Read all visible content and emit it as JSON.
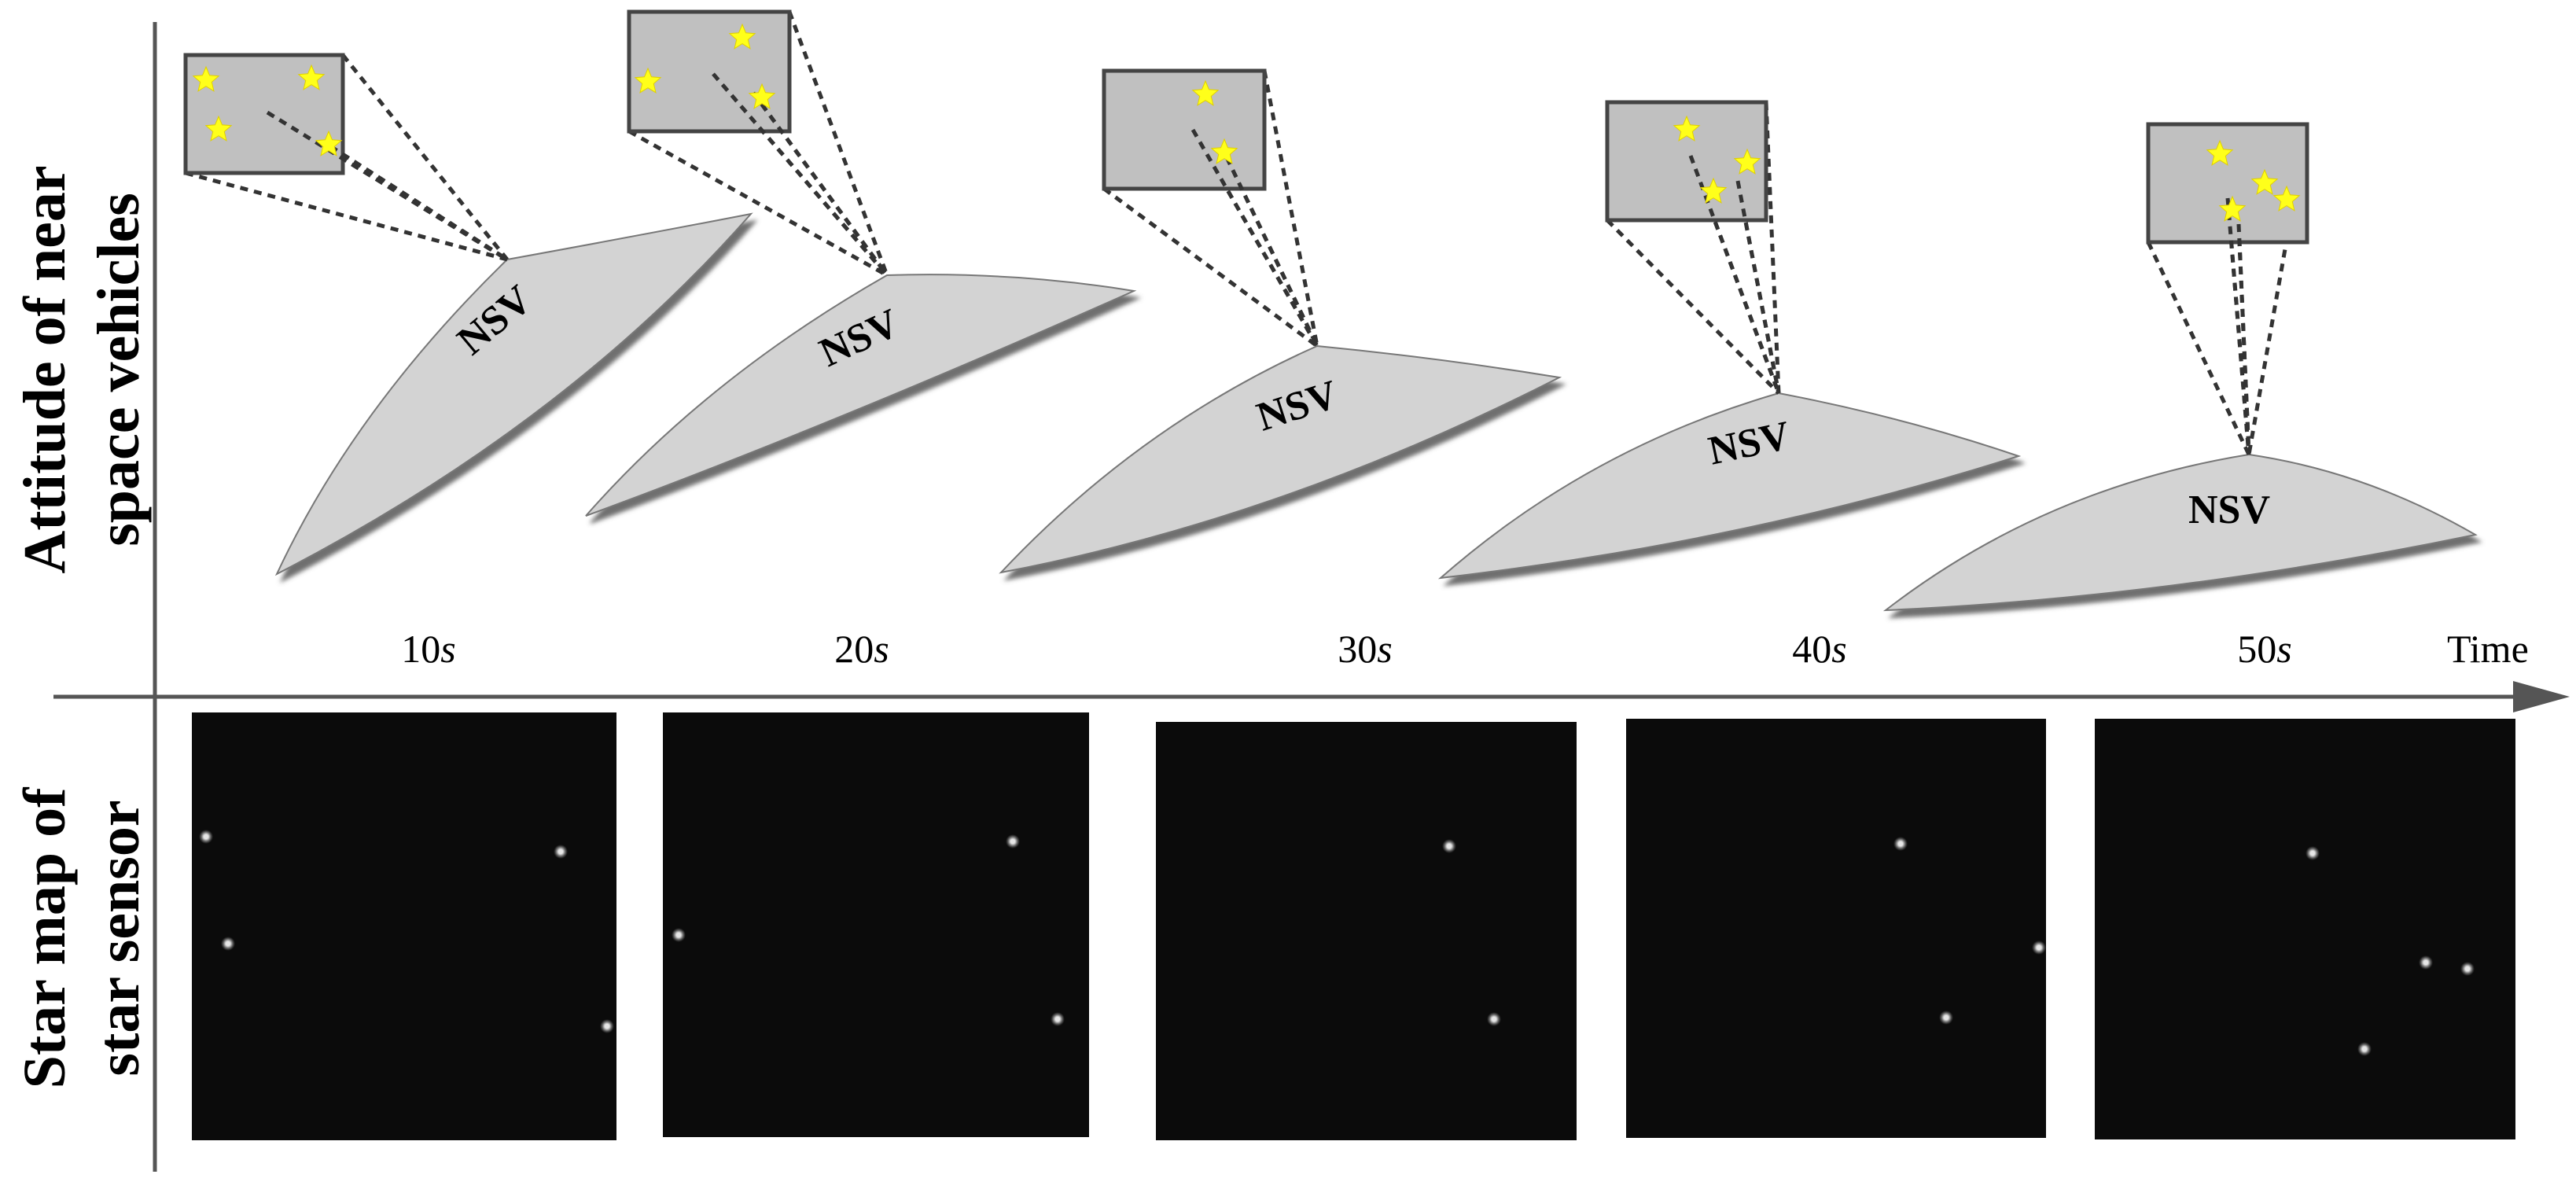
{
  "y_labels": {
    "top_line1": "Attitude of near",
    "top_line2": "space vehicles",
    "bottom_line1": "Star map of",
    "bottom_line2": "star sensor"
  },
  "time_axis_label": "Time",
  "vehicle_label": "NSV",
  "colors": {
    "axis": "#555555",
    "vehicle_fill": "#d3d3d3",
    "vehicle_shadow": "#6e6e6e",
    "inset_fill": "#c0c0c0",
    "inset_border": "#444444",
    "star": "#ffff1a",
    "sensor_bg": "#0b0b0b",
    "sensor_star": "#e6e6e6"
  },
  "frames": [
    {
      "time": "10",
      "unit": "s"
    },
    {
      "time": "20",
      "unit": "s"
    },
    {
      "time": "30",
      "unit": "s"
    },
    {
      "time": "40",
      "unit": "s"
    },
    {
      "time": "50",
      "unit": "s"
    }
  ]
}
